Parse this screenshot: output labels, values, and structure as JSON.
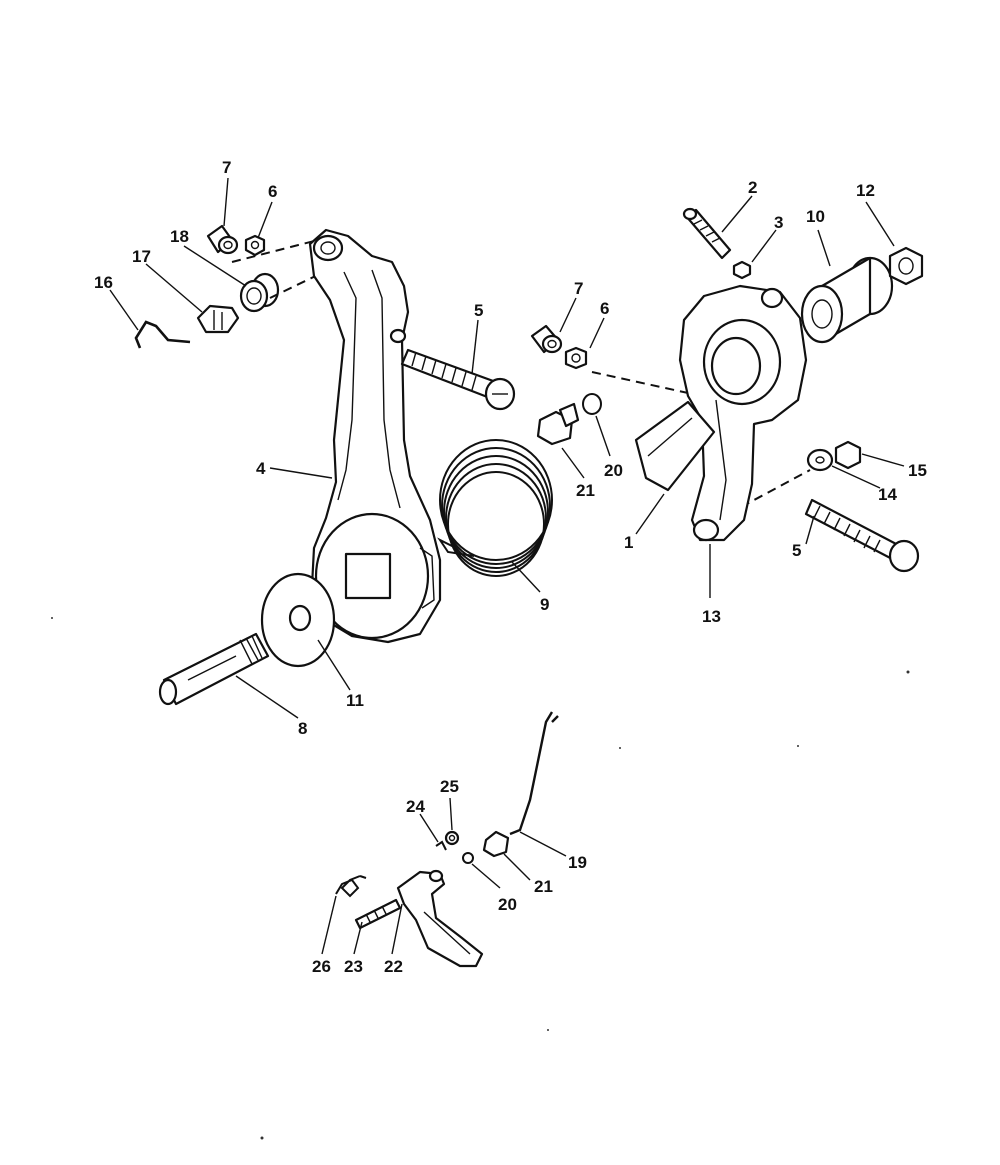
{
  "diagram": {
    "callouts": [
      {
        "id": "c7a",
        "text": "7"
      },
      {
        "id": "c6a",
        "text": "6"
      },
      {
        "id": "c18",
        "text": "18"
      },
      {
        "id": "c17",
        "text": "17"
      },
      {
        "id": "c16",
        "text": "16"
      },
      {
        "id": "c5a",
        "text": "5"
      },
      {
        "id": "c4",
        "text": "4"
      },
      {
        "id": "c9",
        "text": "9"
      },
      {
        "id": "c11",
        "text": "11"
      },
      {
        "id": "c8",
        "text": "8"
      },
      {
        "id": "c2",
        "text": "2"
      },
      {
        "id": "c3",
        "text": "3"
      },
      {
        "id": "c10",
        "text": "10"
      },
      {
        "id": "c12",
        "text": "12"
      },
      {
        "id": "c7b",
        "text": "7"
      },
      {
        "id": "c6b",
        "text": "6"
      },
      {
        "id": "c20a",
        "text": "20"
      },
      {
        "id": "c21a",
        "text": "21"
      },
      {
        "id": "c1",
        "text": "1"
      },
      {
        "id": "c13",
        "text": "13"
      },
      {
        "id": "c15",
        "text": "15"
      },
      {
        "id": "c14",
        "text": "14"
      },
      {
        "id": "c5b",
        "text": "5"
      },
      {
        "id": "c25",
        "text": "25"
      },
      {
        "id": "c24",
        "text": "24"
      },
      {
        "id": "c19",
        "text": "19"
      },
      {
        "id": "c21b",
        "text": "21"
      },
      {
        "id": "c20b",
        "text": "20"
      },
      {
        "id": "c26",
        "text": "26"
      },
      {
        "id": "c23",
        "text": "23"
      },
      {
        "id": "c22",
        "text": "22"
      }
    ]
  }
}
